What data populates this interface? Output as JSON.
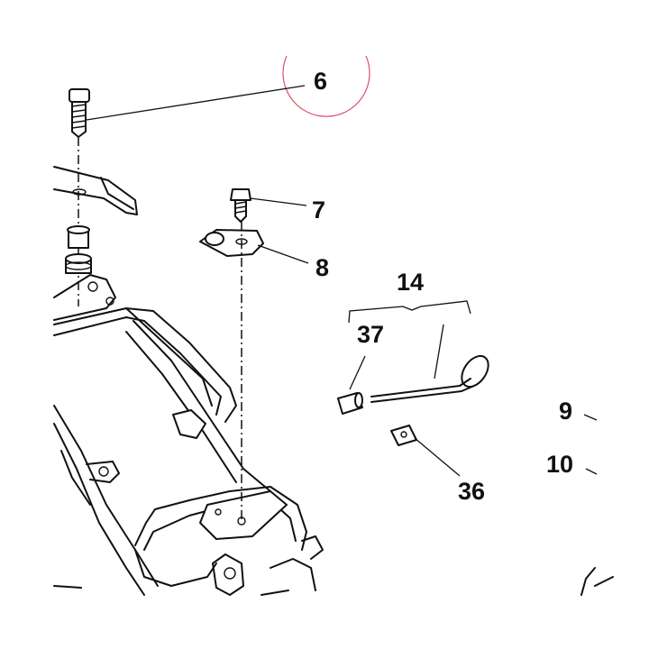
{
  "callouts": {
    "c6": "6",
    "c7": "7",
    "c8": "8",
    "c14": "14",
    "c37": "37",
    "c9": "9",
    "c10": "10",
    "c36": "36"
  },
  "colors": {
    "line": "#111111",
    "background": "#ffffff",
    "highlight_circle": "#d9506a"
  },
  "parts": [
    {
      "ref": "6",
      "icon": "bolt-icon"
    },
    {
      "ref": "7",
      "icon": "bolt-icon"
    },
    {
      "ref": "8",
      "icon": "bracket-icon"
    },
    {
      "ref": "14",
      "icon": "rod-kit-icon"
    },
    {
      "ref": "37",
      "icon": "cap-icon"
    },
    {
      "ref": "36",
      "icon": "clip-nut-icon"
    }
  ]
}
